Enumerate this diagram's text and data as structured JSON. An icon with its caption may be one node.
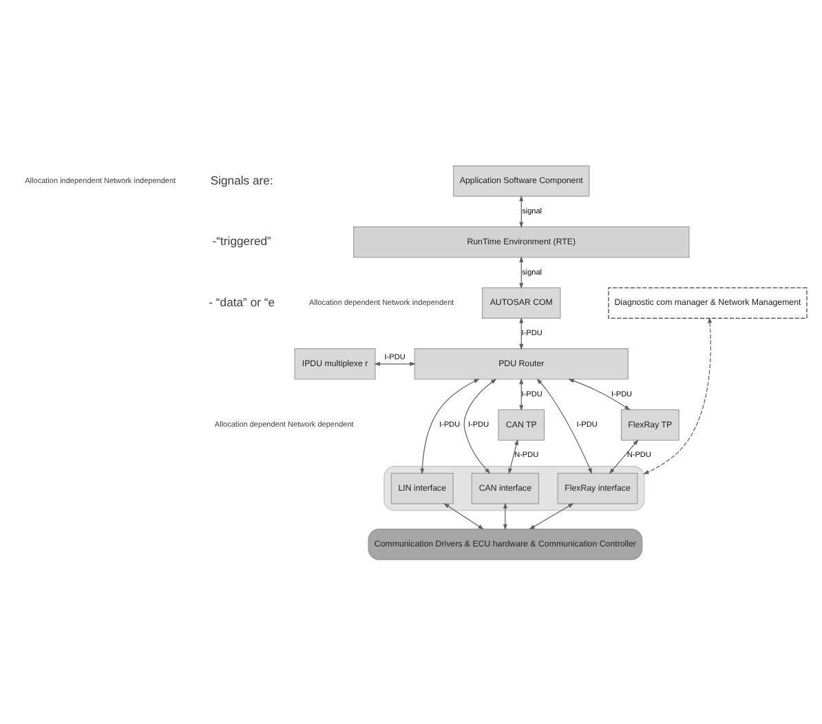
{
  "diagram": {
    "nodes": [
      {
        "text": [
          "Application Software Component"
        ]
      },
      {
        "text": [
          "RunTime Environment (RTE)"
        ]
      },
      {
        "text": [
          "AUTOSAR COM"
        ]
      },
      {
        "text": [
          "Diagnostic com manager & Network Management"
        ]
      },
      {
        "text": [
          "IPDU multiplexe r"
        ]
      },
      {
        "text": [
          "PDU Router"
        ]
      },
      {
        "text": [
          "FlexRay TP"
        ]
      },
      {
        "text": [
          "CAN TP"
        ]
      },
      {
        "text": [],
        "shape": "box"
      },
      {
        "text": [
          "FlexRay interface"
        ],
        "in": 8
      },
      {
        "text": [
          "CAN interface"
        ],
        "in": 8
      },
      {
        "text": [
          "LIN interface"
        ],
        "in": 8
      },
      {
        "text": [
          "Communication Drivers & ECU hardware & Communication Controller"
        ]
      }
    ],
    "edges": [
      {
        "from": 0,
        "to": 1,
        "arrow": "both",
        "label": "signal"
      },
      {
        "from": 1,
        "to": 2,
        "arrow": "both",
        "label": "signal"
      },
      {
        "from": 2,
        "to": 5,
        "arrow": "both",
        "label": "I-PDU"
      },
      {
        "from": 4,
        "to": 5,
        "arrow": "both",
        "label": "I-PDU"
      },
      {
        "from": 5,
        "to": 6,
        "arrow": "both",
        "label": "I-PDU"
      },
      {
        "from": 5,
        "to": 9,
        "arrow": "both",
        "label": "I-PDU"
      },
      {
        "from": 5,
        "to": 7,
        "arrow": "both",
        "label": "I-PDU"
      },
      {
        "from": 5,
        "to": 10,
        "arrow": "both",
        "label": "I-PDU"
      },
      {
        "from": 5,
        "to": 11,
        "arrow": "both",
        "label": "I-PDU"
      },
      {
        "from": 6,
        "to": 9,
        "arrow": "both",
        "label": "N-PDU"
      },
      {
        "from": 7,
        "to": 10,
        "arrow": "both",
        "label": "N-PDU"
      },
      {
        "from": 3,
        "to": 8,
        "arrow": "both",
        "style": "dashed"
      },
      {
        "from": 9,
        "to": 12,
        "arrow": "both"
      },
      {
        "from": 10,
        "to": 12,
        "arrow": "both"
      },
      {
        "from": 11,
        "to": 12,
        "arrow": "both"
      }
    ],
    "labels": [
      "Allocation independent Network independent",
      "Signals are:",
      "-“triggered”",
      "- “data” or “e",
      "Allocation dependent Network independent",
      "Allocation dependent Network dependent"
    ]
  }
}
